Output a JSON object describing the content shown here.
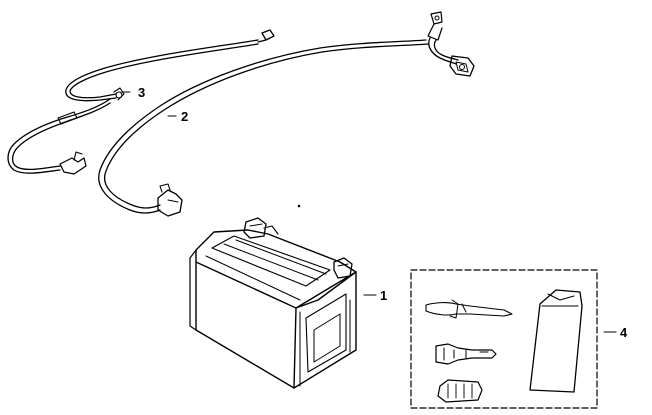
{
  "callouts": [
    {
      "id": "battery",
      "number": "1"
    },
    {
      "id": "cable-long",
      "number": "2"
    },
    {
      "id": "cable-short",
      "number": "3"
    },
    {
      "id": "tool-kit",
      "number": "4"
    }
  ],
  "colors": {
    "line": "#000000",
    "background": "#ffffff"
  }
}
